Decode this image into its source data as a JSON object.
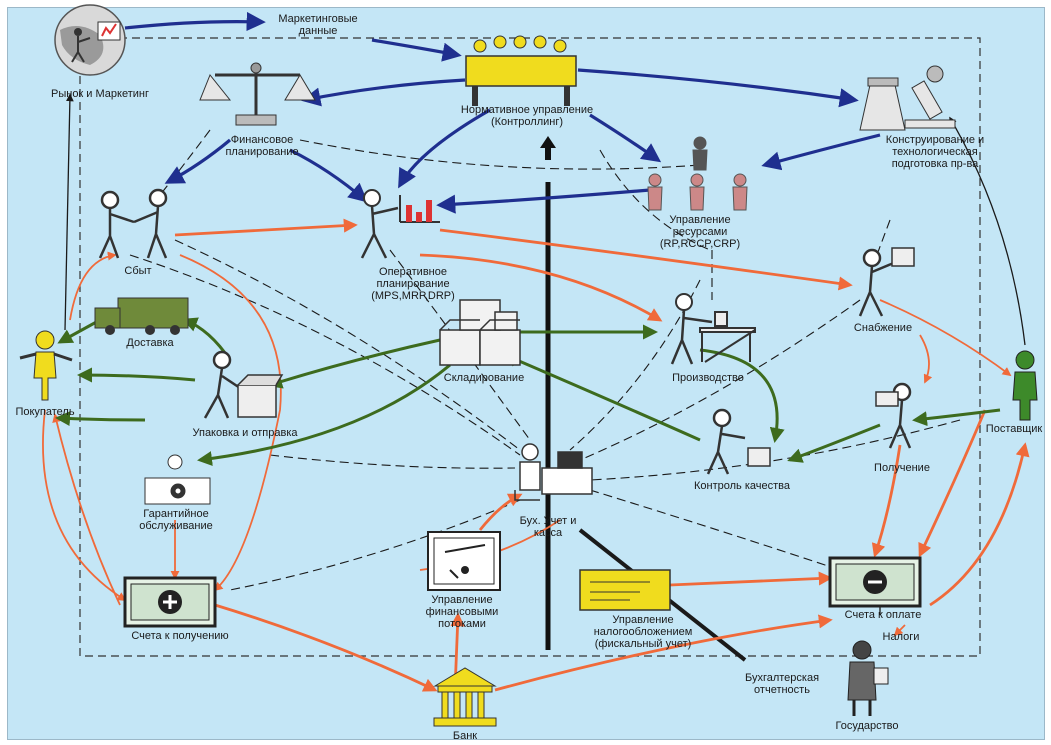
{
  "diagram": {
    "title": "",
    "nodes": {
      "market": {
        "label": "Рынок и Маркетинг"
      },
      "marketing_data": {
        "label_line1": "Маркетинговые",
        "label_line2": "данные"
      },
      "controlling": {
        "label_line1": "Нормативное управление",
        "label_line2": "(Контроллинг)"
      },
      "financial_planning": {
        "label_line1": "Финансовое",
        "label_line2": "планирование"
      },
      "engineering": {
        "label_line1": "Конструирование и",
        "label_line2": "технологическая",
        "label_line3": "подготовка пр-ва"
      },
      "resources": {
        "label_line1": "Управление",
        "label_line2": "ресурсами",
        "label_line3": "(RP,RCCP,CRP)"
      },
      "sales": {
        "label": "Сбыт"
      },
      "operational_planning": {
        "label_line1": "Оперативное",
        "label_line2": "планирование",
        "label_line3": "(MPS,MRP,DRP)"
      },
      "supply": {
        "label": "Снабжение"
      },
      "delivery": {
        "label": "Доставка"
      },
      "warehousing": {
        "label": "Складирование"
      },
      "production": {
        "label": "Производство"
      },
      "customer": {
        "label": "Покупатель"
      },
      "packing": {
        "label": "Упаковка и отправка"
      },
      "receiving": {
        "label": "Получение"
      },
      "supplier": {
        "label": "Поставщик"
      },
      "quality": {
        "label": "Контроль качества"
      },
      "warranty": {
        "label_line1": "Гарантийное",
        "label_line2": "обслуживание"
      },
      "accounting": {
        "label_line1": "Бух. Учет и",
        "label_line2": "касса"
      },
      "finance_flows": {
        "label_line1": "Управление",
        "label_line2": "финансовыми",
        "label_line3": "потоками"
      },
      "taxation": {
        "label_line1": "Управление",
        "label_line2": "налогообложением",
        "label_line3": "(фискальный учет)"
      },
      "receivables": {
        "label": "Счета к получению"
      },
      "payables": {
        "label": "Счета к оплате"
      },
      "taxes": {
        "label": "Налоги"
      },
      "reporting": {
        "label_line1": "Бухгалтерская",
        "label_line2": "отчетность"
      },
      "government": {
        "label": "Государство"
      },
      "bank": {
        "label": "Банк"
      }
    },
    "colors": {
      "background": "#c4e6f6",
      "info_flow": "#1f2f8f",
      "money_flow": "#f06a3a",
      "goods_flow": "#3d6b1e",
      "data_link": "#1a1a1a",
      "highlight": "#f0dc1e",
      "vehicle": "#6f8a3a"
    },
    "icons": [
      "globe-icon",
      "judge-scales-icon",
      "meeting-table-icon",
      "microscope-lab-icon",
      "handshake-icon",
      "planner-chart-icon",
      "resource-people-icon",
      "truck-icon",
      "boxes-icon",
      "worker-bench-icon",
      "customer-icon",
      "packer-icon",
      "receiver-icon",
      "supplier-icon",
      "inspector-icon",
      "service-desk-icon",
      "accountant-icon",
      "invoice-plus-icon",
      "invoice-minus-icon",
      "bank-building-icon",
      "tax-card-icon",
      "finance-document-icon",
      "government-agent-icon"
    ]
  }
}
